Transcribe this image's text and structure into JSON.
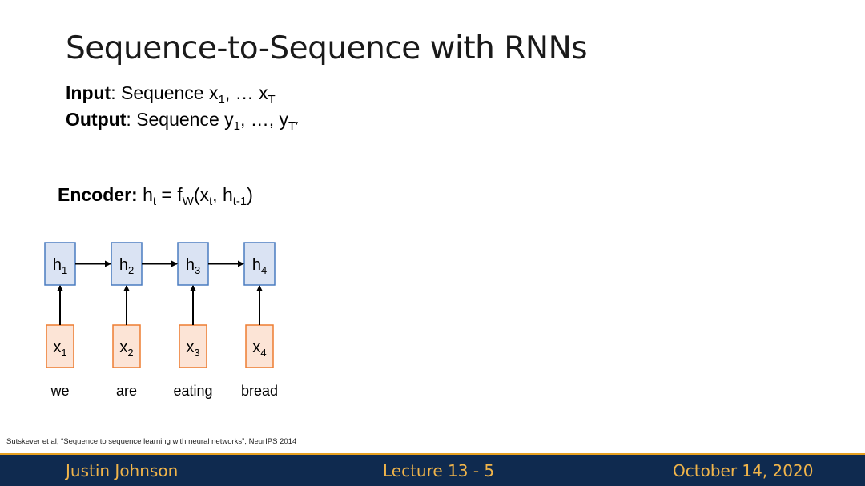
{
  "title": "Sequence-to-Sequence with RNNs",
  "input_line": {
    "label": "Input",
    "text": ": Sequence x",
    "sub1": "1",
    "mid": ", … x",
    "sub2": "T"
  },
  "output_line": {
    "label": "Output",
    "text": ": Sequence y",
    "sub1": "1",
    "mid": ", …, y",
    "sub2": "T′"
  },
  "encoder": {
    "label": "Encoder:",
    "eq_a": " h",
    "sub_t": "t",
    "eq_b": " = f",
    "sub_w": "W",
    "eq_c": "(x",
    "sub_t2": "t",
    "eq_d": ", h",
    "sub_t1": "t-1",
    "eq_e": ")"
  },
  "diagram": {
    "hidden": [
      {
        "base": "h",
        "sub": "1"
      },
      {
        "base": "h",
        "sub": "2"
      },
      {
        "base": "h",
        "sub": "3"
      },
      {
        "base": "h",
        "sub": "4"
      }
    ],
    "inputs": [
      {
        "base": "x",
        "sub": "1"
      },
      {
        "base": "x",
        "sub": "2"
      },
      {
        "base": "x",
        "sub": "3"
      },
      {
        "base": "x",
        "sub": "4"
      }
    ],
    "words": [
      "we",
      "are",
      "eating",
      "bread"
    ]
  },
  "colors": {
    "hidden_fill": "#dae3f3",
    "hidden_stroke": "#4a7cc0",
    "input_fill": "#fce4d6",
    "input_stroke": "#ed7d31",
    "footer_bg": "#0f2a4f",
    "footer_text": "#f0b44a"
  },
  "citation": "Sutskever et al, “Sequence to sequence learning with neural networks”, NeurIPS 2014",
  "footer": {
    "author": "Justin Johnson",
    "lecture": "Lecture 13 - 5",
    "date": "October 14, 2020"
  }
}
